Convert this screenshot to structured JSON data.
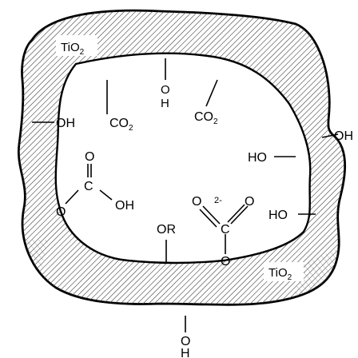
{
  "diagram": {
    "region_labels": {
      "top_left": "TiO",
      "bottom_right": "TiO"
    },
    "subscripts": {
      "two": "2"
    },
    "groups": {
      "oh_left": "OH",
      "co2_left": "CO",
      "o_top": "O",
      "h_top": "H",
      "co2_top_right": "CO",
      "oh_right_edge": "OH",
      "ho_right_upper": "HO",
      "carbonyl_o": "O",
      "carboxyl_c": "C",
      "carboxyl_o_left": "O",
      "carboxyl_oh": "OH",
      "carbonate_o_left": "O",
      "carbonate_charge": "2-",
      "carbonate_o_right": "O",
      "carbonate_c": "C",
      "ho_right_lower": "HO",
      "or_group": "OR",
      "o_bottom_inner": "O",
      "o_bottom_outer": "O",
      "h_bottom_outer": "H"
    },
    "colors": {
      "stroke": "#000000",
      "hatch": "#4d4d4d",
      "background": "#ffffff"
    }
  }
}
